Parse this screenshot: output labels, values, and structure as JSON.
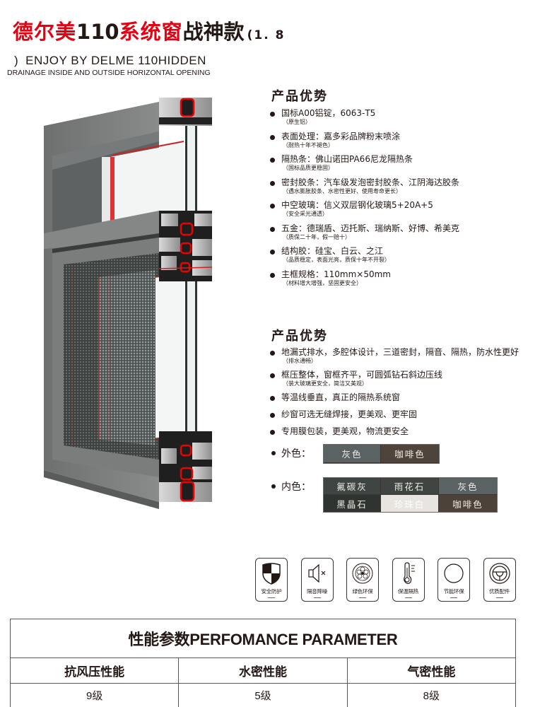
{
  "header": {
    "title_red_1": "德尔美",
    "title_black_1": "110",
    "title_red_2": "系统窗",
    "title_black_2": "战神款",
    "title_paren": "(1. 8",
    "subtitle_paren_close": ")",
    "subtitle_line1": "ENJOY BY DELME  110HIDDEN",
    "subtitle_line2": "DRAINAGE INSIDE AND OUTSIDE HORIZONTAL OPENING"
  },
  "advantages_1": {
    "title": "产品优势",
    "items": [
      {
        "main": "国标A00铝锭，6063-T5",
        "note": "（原生铝）"
      },
      {
        "main": "表面处理：嘉多彩品牌粉末喷涂",
        "note": "（耐热十年不褪色）"
      },
      {
        "main": "隔热条：佛山诺田PA66尼龙隔热条",
        "note": "（国标品质更稳固）"
      },
      {
        "main": "密封胶条：汽车级发泡密封胶条、江阴海达胶条",
        "note": "（遇水膨胀胶条、水密性更好、使用寿命更长）"
      },
      {
        "main": "中空玻璃：信义双层钢化玻璃5+20A+5",
        "note": "（安全采光通透）"
      },
      {
        "main": "五金：德瑞盾、迈托斯、瑞纳斯、好博、希美克",
        "note": "（质保二十年，假一赔十）"
      },
      {
        "main": "结构胶：硅宝、白云、之江",
        "note": "（品质稳定，表面光亮，质保十年不开裂）"
      },
      {
        "main": "主框规格：110mm×50mm",
        "note": "（材料增大增强，坚固更安全）"
      }
    ]
  },
  "advantages_2": {
    "title": "产品优势",
    "items": [
      {
        "main": "地漏式排水，多腔体设计，三道密封，隔音、隔热，防水性更好",
        "note": "（排水通畅）"
      },
      {
        "main": "框压整体，窗框齐平，可圆弧钻石斜边压线",
        "note": "（装大玻璃更安全，简洁又美观）"
      },
      {
        "main": "等温线垂直，真正的隔热系统窗",
        "note": ""
      },
      {
        "main": "纱窗可选无缝焊接，更美观、更牢固",
        "note": ""
      },
      {
        "main": "专用膜包装，更美观，物流更安全",
        "note": ""
      }
    ]
  },
  "colors": {
    "exterior": {
      "label": "外色：",
      "swatches": [
        {
          "name": "灰色",
          "color": "#5b6263"
        },
        {
          "name": "咖啡色",
          "color": "#4f443b"
        }
      ]
    },
    "interior": {
      "label": "内色：",
      "swatches": [
        {
          "name": "氟碳灰",
          "color": "#3f4542"
        },
        {
          "name": "雨花石",
          "color": "#414542"
        },
        {
          "name": "灰色",
          "color": "#5b6263"
        },
        {
          "name": "黑晶石",
          "color": "#2f3430"
        },
        {
          "name": "珍珠白",
          "color": "#e8e5e0"
        },
        {
          "name": "咖啡色",
          "color": "#4d4239"
        }
      ]
    }
  },
  "features": [
    {
      "icon": "shield-icon",
      "label": "安全防护"
    },
    {
      "icon": "speaker-mute-icon",
      "label": "隔音降噪"
    },
    {
      "icon": "eco-seal-icon",
      "label": "绿色环保"
    },
    {
      "icon": "thermometer-icon",
      "label": "保温隔热"
    },
    {
      "icon": "circle-icon",
      "label": "节能环保"
    },
    {
      "icon": "steering-wheel-icon",
      "label": "优质配件"
    }
  ],
  "performance": {
    "title": "性能参数PERFOMANCE PARAMETER",
    "headers": [
      "抗风压性能",
      "水密性能",
      "气密性能"
    ],
    "values": [
      "9级",
      "5级",
      "8级"
    ]
  },
  "brand_colors": {
    "accent_red": "#e60012",
    "text_dark": "#231815"
  }
}
